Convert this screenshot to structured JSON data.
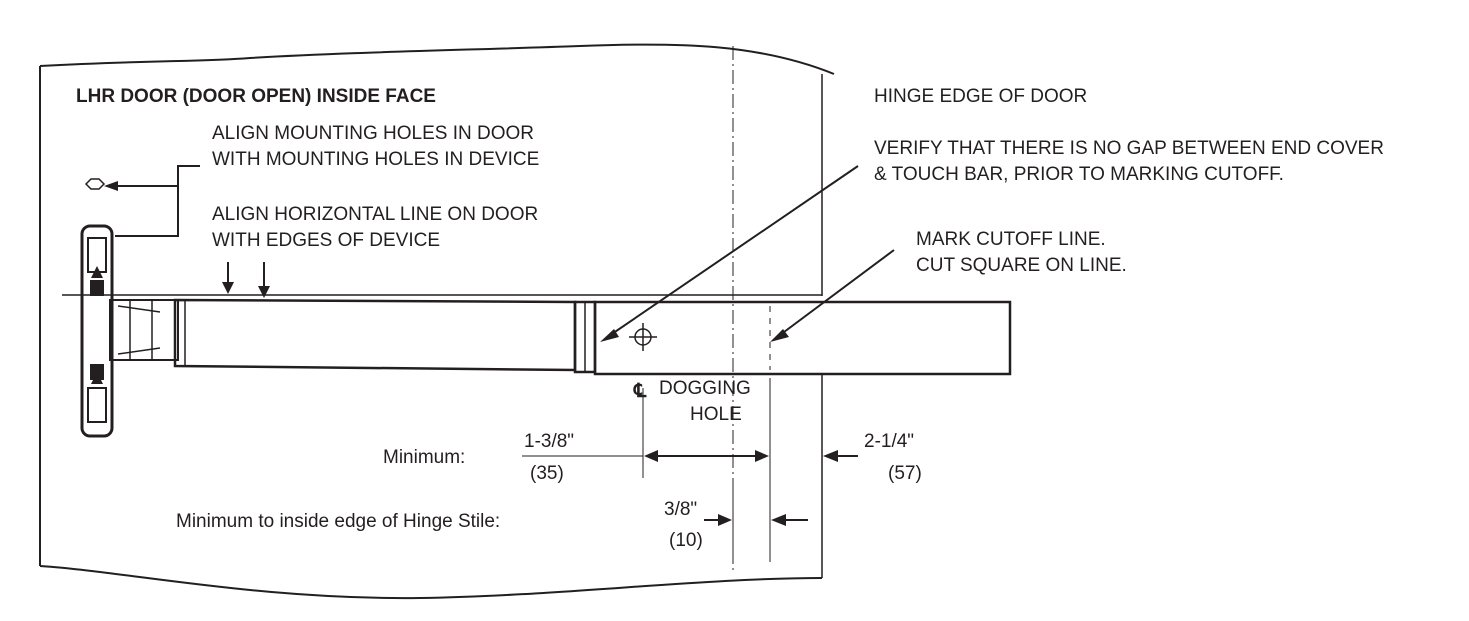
{
  "labels": {
    "door_title": "LHR DOOR (DOOR OPEN) INSIDE FACE",
    "align_holes_1": "ALIGN MOUNTING HOLES IN DOOR",
    "align_holes_2": "WITH MOUNTING HOLES IN DEVICE",
    "align_line_1": "ALIGN HORIZONTAL LINE ON DOOR",
    "align_line_2": "WITH EDGES OF DEVICE",
    "hinge_edge": "HINGE EDGE OF DOOR",
    "verify_1": "VERIFY THAT THERE IS NO GAP BETWEEN END COVER",
    "verify_2": "& TOUCH BAR, PRIOR TO MARKING CUTOFF.",
    "mark_1": "MARK CUTOFF LINE.",
    "mark_2": "CUT SQUARE ON LINE.",
    "centerline_symbol": "℄",
    "dogging_1": "DOGGING",
    "dogging_2": "HOLE",
    "minimum_label": "Minimum:",
    "min_dim_in": "1-3/8\"",
    "min_dim_mm": "(35)",
    "min_right_in": "2-1/4\"",
    "min_right_mm": "(57)",
    "stile_label": "Minimum to inside edge of Hinge Stile:",
    "stile_dim_in": "3/8\"",
    "stile_dim_mm": "(10)"
  },
  "colors": {
    "ink": "#231f20",
    "background": "#ffffff"
  }
}
